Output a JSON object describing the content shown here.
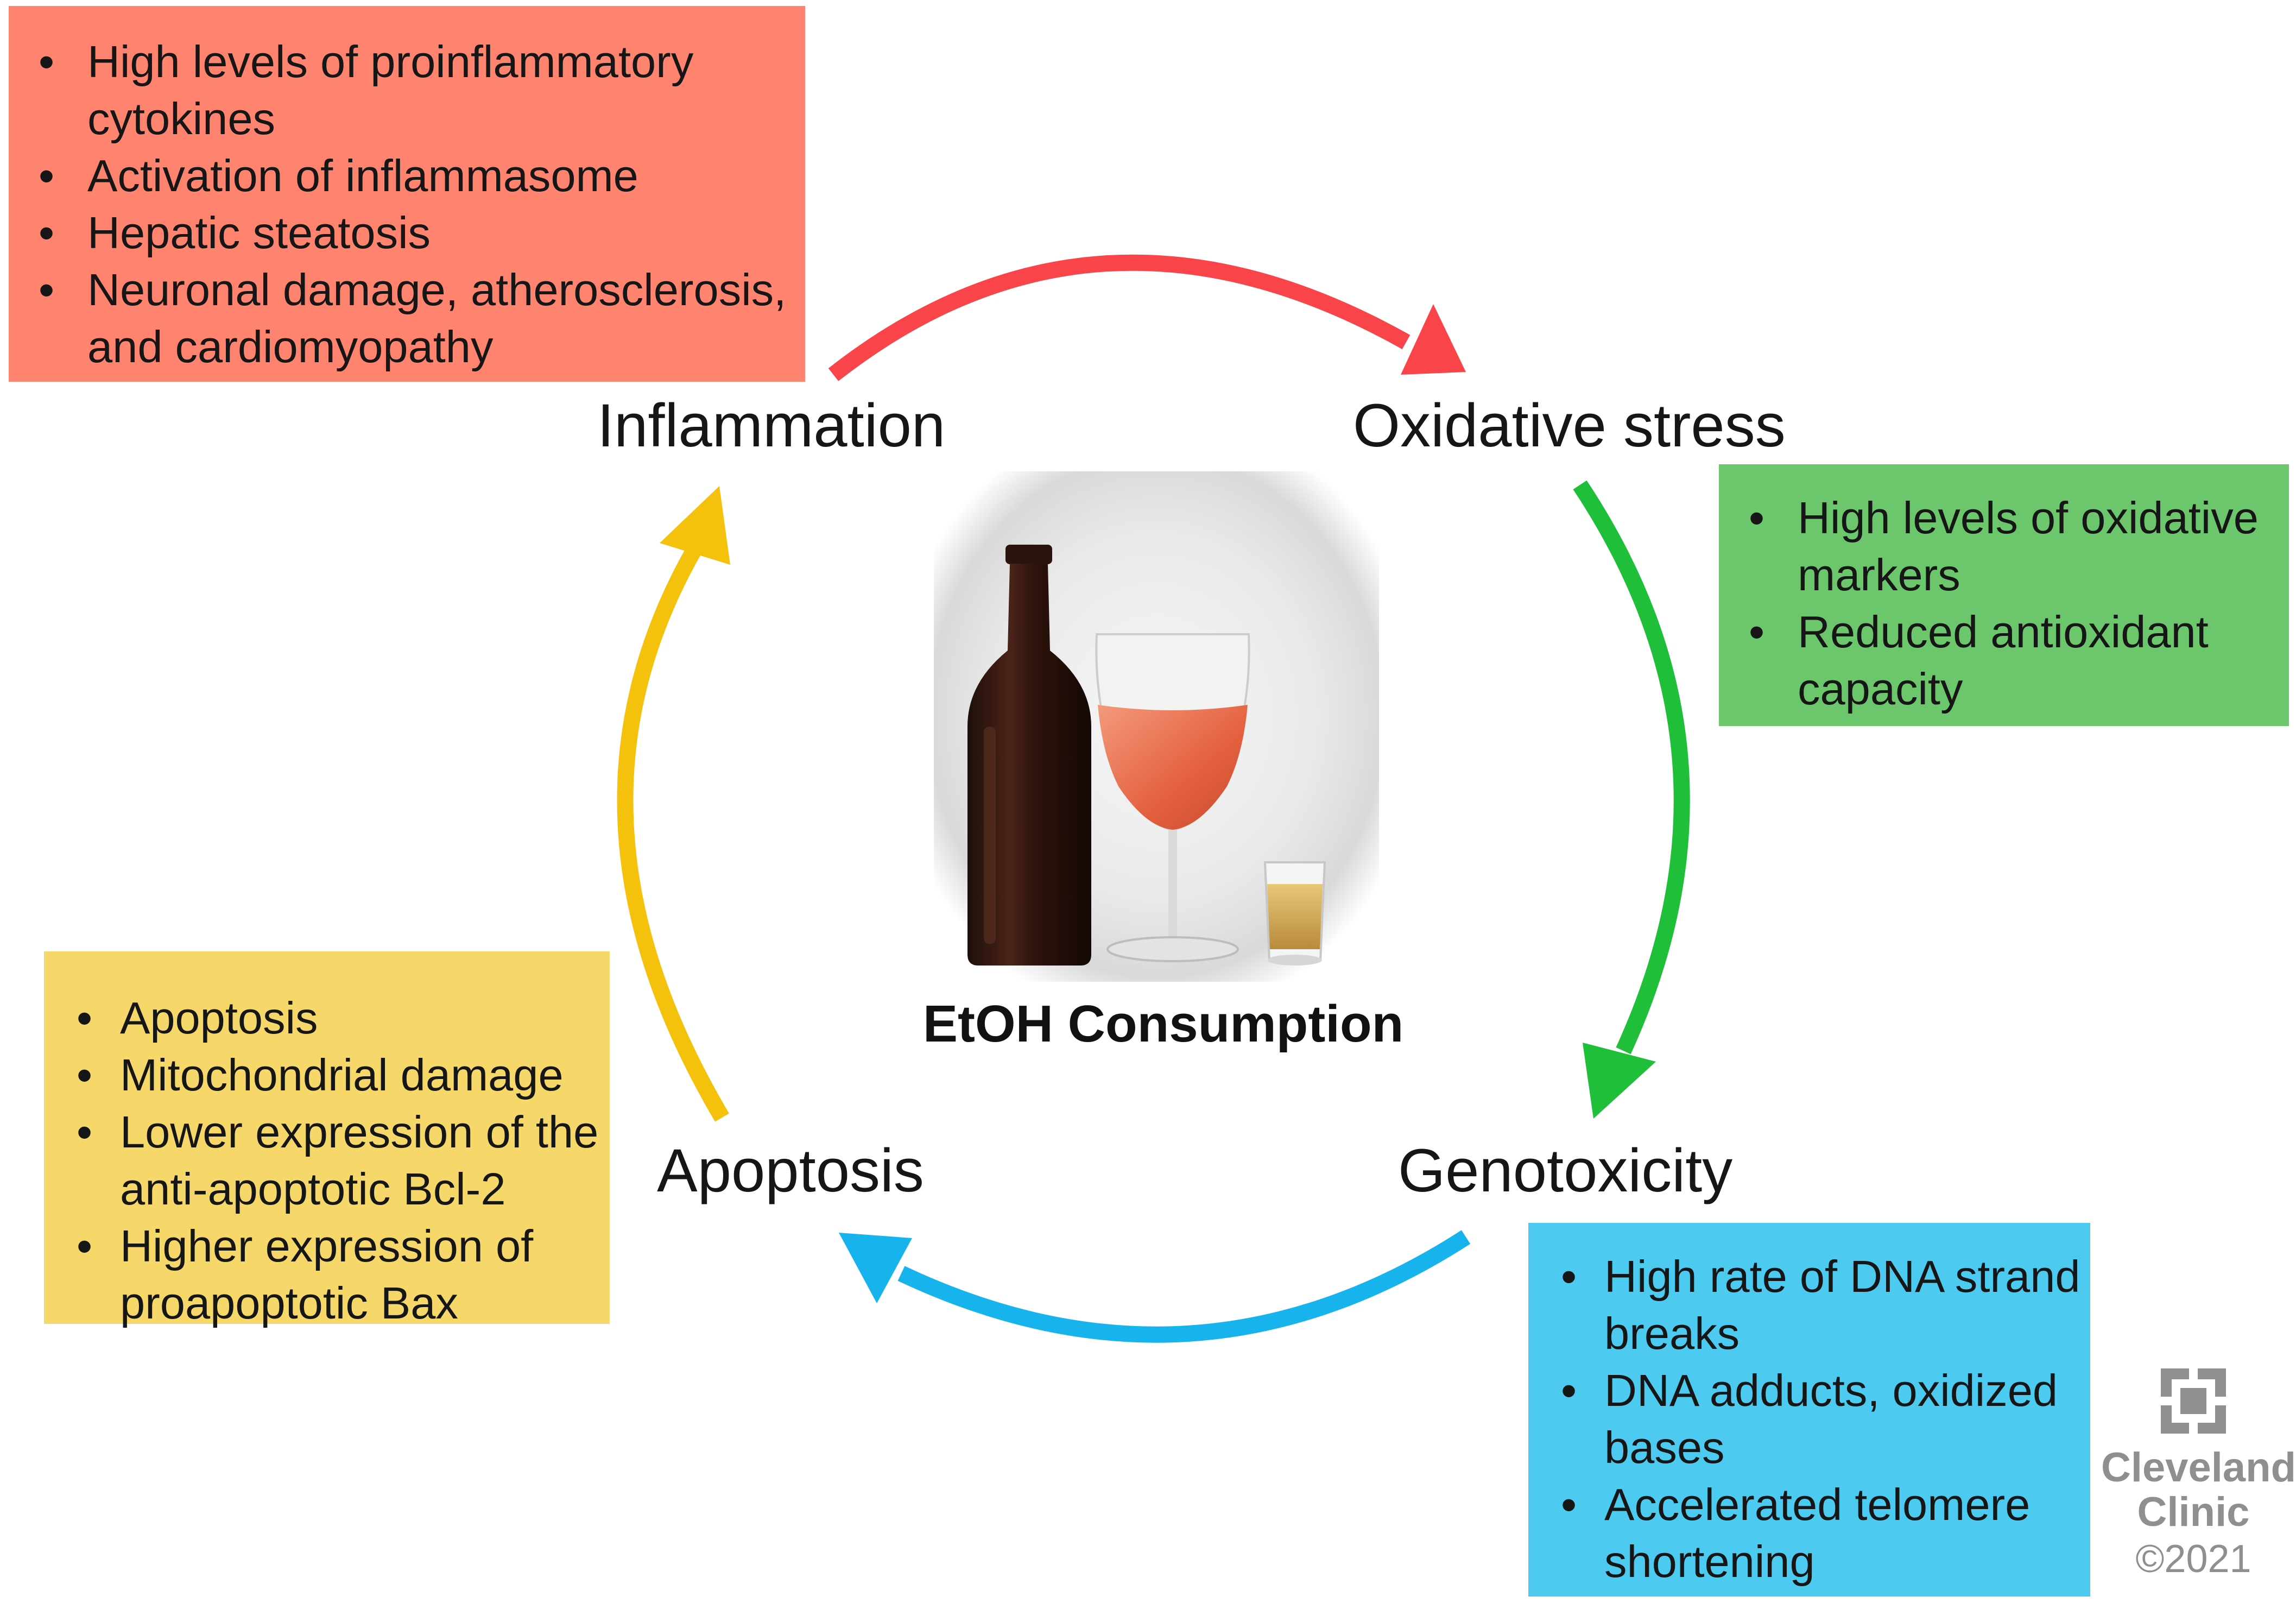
{
  "center": {
    "title": "EtOH Consumption"
  },
  "stages": {
    "inflammation": "Inflammation",
    "oxidative_stress": "Oxidative stress",
    "genotoxicity": "Genotoxicity",
    "apoptosis": "Apoptosis"
  },
  "boxes": {
    "inflammation": {
      "color": "#FF8470",
      "items": [
        "High levels of proinflammatory cytokines",
        "Activation of inflammasome",
        "Hepatic steatosis",
        "Neuronal damage, atherosclerosis, and cardiomyopathy"
      ]
    },
    "oxidative_stress": {
      "color": "#6CC76C",
      "items": [
        "High levels of oxidative markers",
        "Reduced antioxidant capacity"
      ]
    },
    "genotoxicity": {
      "color": "#4DCAF0",
      "items": [
        "High rate of DNA strand breaks",
        "DNA adducts, oxidized bases",
        "Accelerated telomere shortening"
      ]
    },
    "apoptosis": {
      "color": "#F6D76A",
      "items": [
        "Apoptosis",
        "Mitochondrial damage",
        "Lower expression of the anti-apoptotic Bcl-2",
        "Higher expression of proapoptotic Bax"
      ]
    }
  },
  "arrows": {
    "inflammation_to_oxidative": "#F9454A",
    "oxidative_to_genotoxicity": "#1FBF3A",
    "genotoxicity_to_apoptosis": "#17B3EC",
    "apoptosis_to_inflammation": "#F4C20D"
  },
  "logo": {
    "line1": "Cleveland",
    "line2": "Clinic",
    "copyright": "©2021",
    "icon": "cleveland-clinic-cross-icon"
  }
}
